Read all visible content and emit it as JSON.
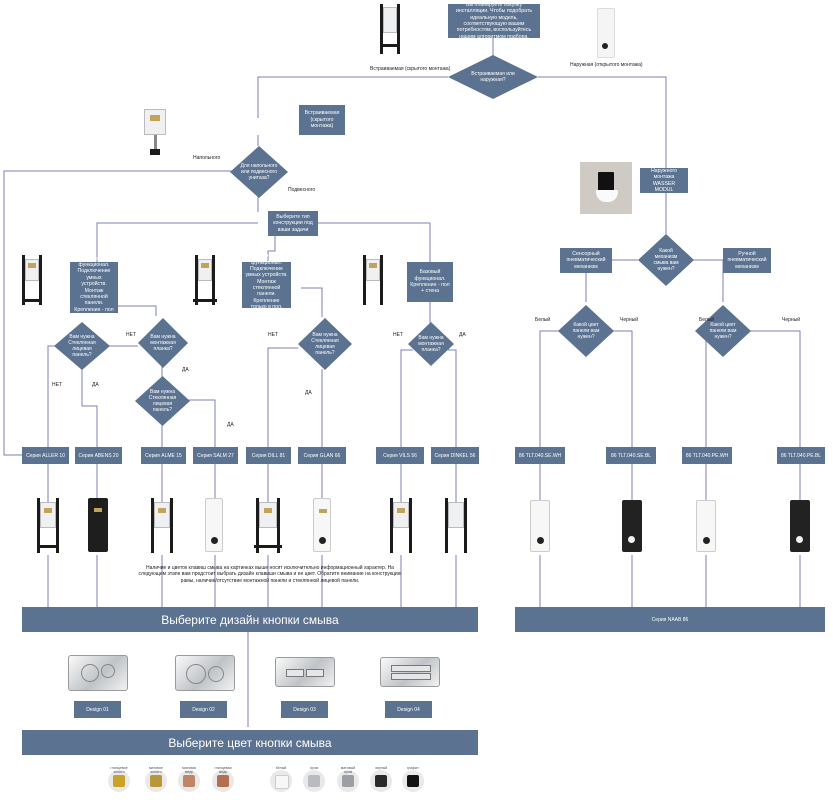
{
  "intro": "Вы планируете покупку инсталляции. Чтобы подобрать идеальную модель, соответствующую вашим потребностям, воспользуйтесь нашим алгоритмом подбора.",
  "q_type": "Встраиваемая или наружная?",
  "label_builtin": "Встраиваемая (скрытого монтажа)",
  "label_external": "Наружная (открытого монтажа)",
  "box_builtin": "Встраиваемая (скрытого монтажа)",
  "q_floor": "Для напольного или подвесного унитаза?",
  "lbl_floor": "Напольного",
  "lbl_wall": "Подвесного",
  "box_choose_type": "Выберите тип конструкции под ваши задачи",
  "opt1": "Расширенный функционал. Подключение умных устройств. Монтаж стеклянной панели. Крепление - пол + стена.",
  "opt2": "Расширенный функционал. Подключение умных устройств. Монтаж стеклянной панели. Крепление только в пол. Самонесущая.",
  "opt3": "Базовый функционал. Крепление - пол + стена",
  "q_mount": "Вам нужна монтажная планка?",
  "q_glass": "Вам нужна Стеклянная лицевая панель?",
  "yes": "ДА",
  "no": "НЕТ",
  "external_box": "Наружного монтажа\nWASSER MODUL",
  "q_mechanism": "Какой механизм смыва вам нужен?",
  "mech_sensor": "Сенсорный пневматический механизм",
  "mech_manual": "Ручной пневматический механизм",
  "q_color": "Какой цвет панели вам нужен?",
  "white": "Белый",
  "black": "Черный",
  "series": [
    "Серия ALLER 10",
    "Серия ABENS 20",
    "Серия ALME 15",
    "Серия SALM 27",
    "Серия DILL 81",
    "Серия GLAN 66",
    "Серия VILS 56",
    "Серия DINKEL 56",
    "86 TLT.040.SE.WH",
    "86 TLT.040.SE.BL",
    "86 TLT.040.PE.WH",
    "86 TLT.040.PE.BL"
  ],
  "note": "Наличие и цветок клавиш смыва на картинках выше носят исключительно информационный характер. На следующем этапе вам предстоит выбрать дизайн клавиши смыва и ее цвет. Обратите внимание на конструкцию рамы, наличие/отсутствие монтажной панели и стеклянной лицевой панели.",
  "naab": "Серия NAAB 86",
  "design_banner": "Выберите дизайн кнопки смыва",
  "designs": [
    "Design 01",
    "Design 02",
    "Design 03",
    "Design 04"
  ],
  "color_banner": "Выберите цвет кнопки смыва",
  "colors": [
    {
      "tag": "глянцевое золото",
      "hex": "#c9a227"
    },
    {
      "tag": "матовое золото",
      "hex": "#b8963a"
    },
    {
      "tag": "матовая медь",
      "hex": "#c08566"
    },
    {
      "tag": "глянцевая медь",
      "hex": "#b36f52"
    },
    {
      "tag": "белый",
      "hex": "#f7f7f7"
    },
    {
      "tag": "хром",
      "hex": "#b8bcc0"
    },
    {
      "tag": "матовый хром",
      "hex": "#9b9fa3"
    },
    {
      "tag": "черный",
      "hex": "#2a2a2a"
    },
    {
      "tag": "графит",
      "hex": "#111111"
    }
  ],
  "accent": "#5b7290",
  "line_color": "#7b7fb8"
}
